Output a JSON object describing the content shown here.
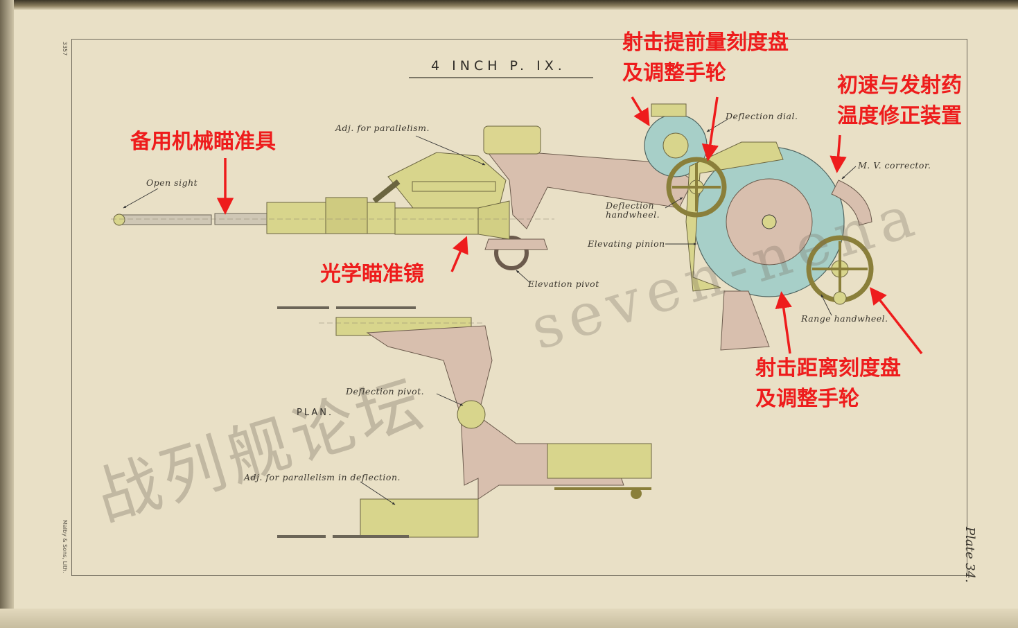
{
  "plate": {
    "title": "4 INCH P. IX.",
    "corner_number": "3357",
    "printer": "Malby & Sons, Lith.",
    "plate_label": "Plate 34."
  },
  "labels": {
    "open_sight": "Open sight",
    "adj_parallelism": "Adj. for parallelism.",
    "deflection_dial": "Deflection dial.",
    "mv_corrector": "M. V. corrector.",
    "deflection_handwheel": "Deflection\nhandwheel.",
    "elevating_pinion": "Elevating pinion",
    "elevation_pivot": "Elevation pivot",
    "range_handwheel": "Range handwheel.",
    "deflection_pivot": "Deflection pivot.",
    "plan": "PLAN.",
    "adj_parallelism_deflection": "Adj. for parallelism in deflection."
  },
  "annotations": {
    "deflection_dial_cn": "射击提前量刻度盘\n及调整手轮",
    "mv_corrector_cn": "初速与发射药\n温度修正装置",
    "backup_sight_cn": "备用机械瞄准具",
    "telescope_cn": "光学瞄准镜",
    "range_dial_cn": "射击距离刻度盘\n及调整手轮"
  },
  "watermark": {
    "cn": "战列舰论坛",
    "en": "seven-nena"
  },
  "colors": {
    "paper": "#e9e0c6",
    "brass": "#d8d58c",
    "pink": "#d8bfae",
    "blue_green": "#a7cfc8",
    "annotation_red": "#ee1c1c"
  }
}
